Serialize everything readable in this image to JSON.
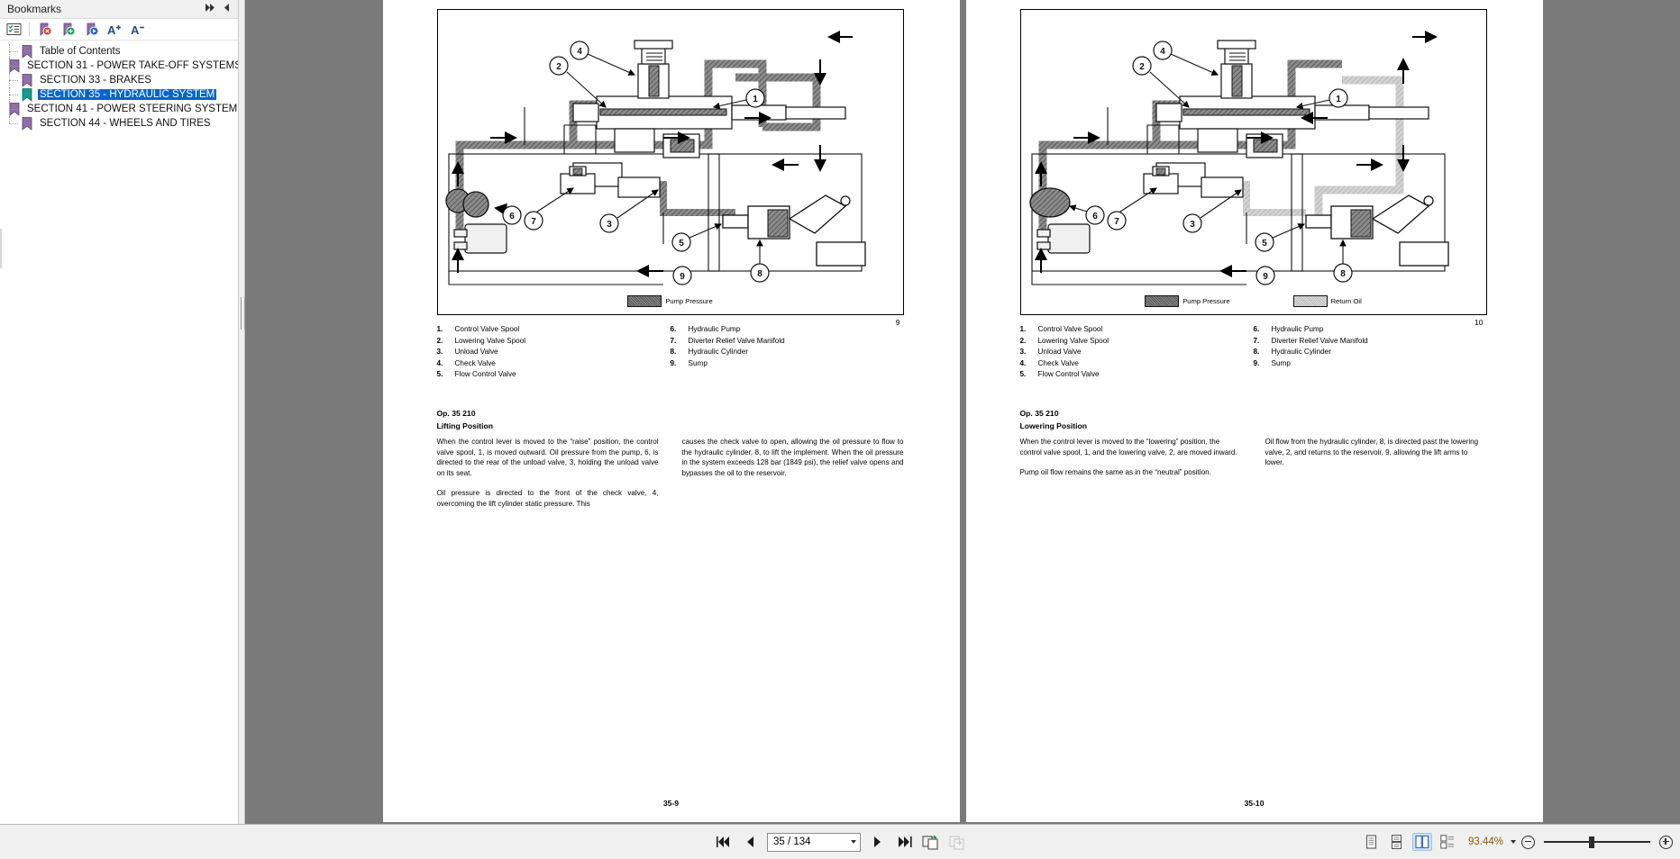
{
  "bookmarks_panel": {
    "title": "Bookmarks",
    "header_buttons": [
      {
        "name": "collapse-all-icon",
        "glyph": "▸▸"
      },
      {
        "name": "panel-menu-icon",
        "glyph": "◂"
      }
    ],
    "toolbar": [
      {
        "name": "expand-current-bookmark-button",
        "label": "Expand Current Bookmark"
      },
      {
        "name": "delete-bookmark-button",
        "label": "Delete Bookmark"
      },
      {
        "name": "add-bookmark-button",
        "label": "New Bookmark"
      },
      {
        "name": "go-to-bookmark-button",
        "label": "Go To Bookmark"
      },
      {
        "name": "increase-text-size-button",
        "label": "A+"
      },
      {
        "name": "decrease-text-size-button",
        "label": "A-"
      }
    ],
    "items": [
      {
        "label": "Table of Contents",
        "selected": false
      },
      {
        "label": "SECTION 31 - POWER TAKE-OFF SYSTEMS",
        "selected": false
      },
      {
        "label": "SECTION 33 - BRAKES",
        "selected": false
      },
      {
        "label": "SECTION 35 - HYDRAULIC SYSTEM",
        "selected": true
      },
      {
        "label": "SECTION 41 - POWER STEERING SYSTEM",
        "selected": false
      },
      {
        "label": "SECTION 44 - WHEELS AND TIRES",
        "selected": false
      }
    ]
  },
  "pages": {
    "left": {
      "figure_number": "9",
      "legend": [
        {
          "label": "Pump Pressure",
          "fill": "dark"
        }
      ],
      "parts_left": [
        {
          "no": "1.",
          "name": "Control Valve Spool"
        },
        {
          "no": "2.",
          "name": "Lowering Valve Spool"
        },
        {
          "no": "3.",
          "name": "Unload Valve"
        },
        {
          "no": "4.",
          "name": "Check Valve"
        },
        {
          "no": "5.",
          "name": "Flow Control Valve"
        }
      ],
      "parts_right": [
        {
          "no": "6.",
          "name": "Hydraulic Pump"
        },
        {
          "no": "7.",
          "name": "Diverter Relief Valve Manifold"
        },
        {
          "no": "8.",
          "name": "Hydraulic Cylinder"
        },
        {
          "no": "9.",
          "name": "Sump"
        }
      ],
      "op_code": "Op. 35 210",
      "op_title": "Lifting Position",
      "body_col1": [
        "When the control lever is moved to the “raise” position, the control valve spool, 1, is moved outward. Oil pressure from the pump, 6, is directed to the rear of the unload valve, 3, holding the unload valve on its seat.",
        "Oil pressure is directed to the front of the check valve, 4, overcoming the lift cylinder static pressure. This"
      ],
      "body_col2": [
        "causes the check valve to open, allowing the oil pressure to flow to the hydraulic cylinder, 8, to lift the implement. When the oil pressure in the system exceeds 128 bar (1849 psi), the relief valve opens and bypasses the oil to the reservoir."
      ],
      "footer": "35-9",
      "callouts": [
        "1",
        "2",
        "3",
        "4",
        "5",
        "6",
        "7",
        "8",
        "9"
      ]
    },
    "right": {
      "figure_number": "10",
      "legend": [
        {
          "label": "Pump Pressure",
          "fill": "dark"
        },
        {
          "label": "Return Oil",
          "fill": "light"
        }
      ],
      "parts_left": [
        {
          "no": "1.",
          "name": "Control Valve Spool"
        },
        {
          "no": "2.",
          "name": "Lowering Valve Spool"
        },
        {
          "no": "3.",
          "name": "Unload Valve"
        },
        {
          "no": "4.",
          "name": "Check Valve"
        },
        {
          "no": "5.",
          "name": "Flow Control Valve"
        }
      ],
      "parts_right": [
        {
          "no": "6.",
          "name": "Hydraulic Pump"
        },
        {
          "no": "7.",
          "name": "Diverter Relief Valve Manifold"
        },
        {
          "no": "8.",
          "name": "Hydraulic Cylinder"
        },
        {
          "no": "9.",
          "name": "Sump"
        }
      ],
      "op_code": "Op. 35 210",
      "op_title": "Lowering Position",
      "body_col1": [
        "When the control lever is moved to the “lowering” position, the control valve spool, 1, and the lowering valve, 2, are moved inward.",
        "Pump oil flow remains the same as in the “neutral” position."
      ],
      "body_col2": [
        "Oil flow from the hydraulic cylinder, 8, is directed past the lowering valve, 2, and returns to the reservoir, 9, allowing the lift arms to lower."
      ],
      "footer": "35-10",
      "callouts": [
        "1",
        "2",
        "3",
        "4",
        "5",
        "6",
        "7",
        "8",
        "9"
      ]
    }
  },
  "bottom_toolbar": {
    "first_page_label": "First Page",
    "previous_page_label": "Previous Page",
    "page_value": "35 / 134",
    "page_placeholder": "35 / 134",
    "next_page_label": "Next Page",
    "last_page_label": "Last Page",
    "previous_view_label": "Previous View",
    "next_view_label": "Next View",
    "view_modes": [
      {
        "name": "single-page-view",
        "active": false
      },
      {
        "name": "continuous-page-view",
        "active": false
      },
      {
        "name": "two-page-facing-view",
        "active": true
      },
      {
        "name": "two-page-continuous-view",
        "active": false
      }
    ],
    "zoom_value": "93.44%",
    "zoom_out_label": "Zoom Out",
    "zoom_in_label": "Zoom In"
  },
  "colors": {
    "selection_blue": "#0a64c8",
    "zoom_text": "#8a5a00",
    "doc_background": "#7a7a7a",
    "toolbar_background": "#f0f0f0",
    "flag_purple": "#8e6fa8",
    "flag_teal": "#169b8e"
  }
}
